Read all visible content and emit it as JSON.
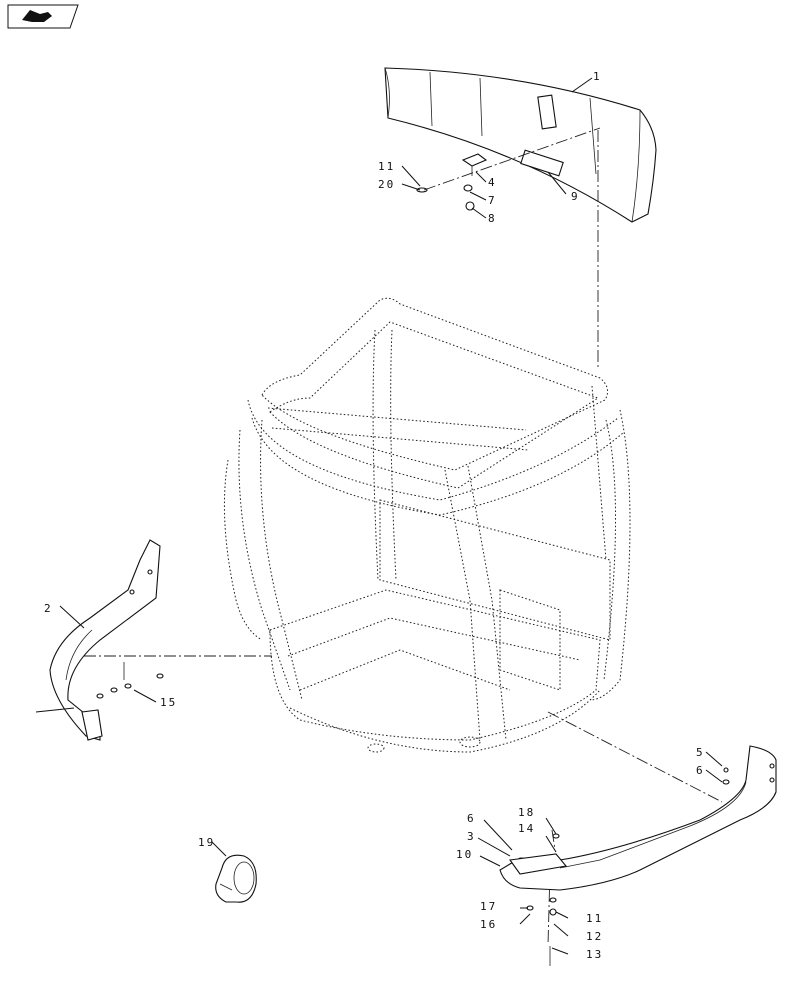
{
  "diagram": {
    "nav_icon": "page-forward-icon",
    "callouts": [
      {
        "id": "c1",
        "label": "1"
      },
      {
        "id": "c2",
        "label": "2"
      },
      {
        "id": "c3",
        "label": "3"
      },
      {
        "id": "c4",
        "label": "4"
      },
      {
        "id": "c5",
        "label": "5"
      },
      {
        "id": "c6a",
        "label": "6"
      },
      {
        "id": "c6b",
        "label": "6"
      },
      {
        "id": "c7",
        "label": "7"
      },
      {
        "id": "c8",
        "label": "8"
      },
      {
        "id": "c9",
        "label": "9"
      },
      {
        "id": "c10",
        "label": "10"
      },
      {
        "id": "c11a",
        "label": "11"
      },
      {
        "id": "c11b",
        "label": "11"
      },
      {
        "id": "c12",
        "label": "12"
      },
      {
        "id": "c13",
        "label": "13"
      },
      {
        "id": "c14",
        "label": "14"
      },
      {
        "id": "c15",
        "label": "15"
      },
      {
        "id": "c16",
        "label": "16"
      },
      {
        "id": "c17",
        "label": "17"
      },
      {
        "id": "c18",
        "label": "18"
      },
      {
        "id": "c19",
        "label": "19"
      },
      {
        "id": "c20",
        "label": "20"
      }
    ]
  }
}
